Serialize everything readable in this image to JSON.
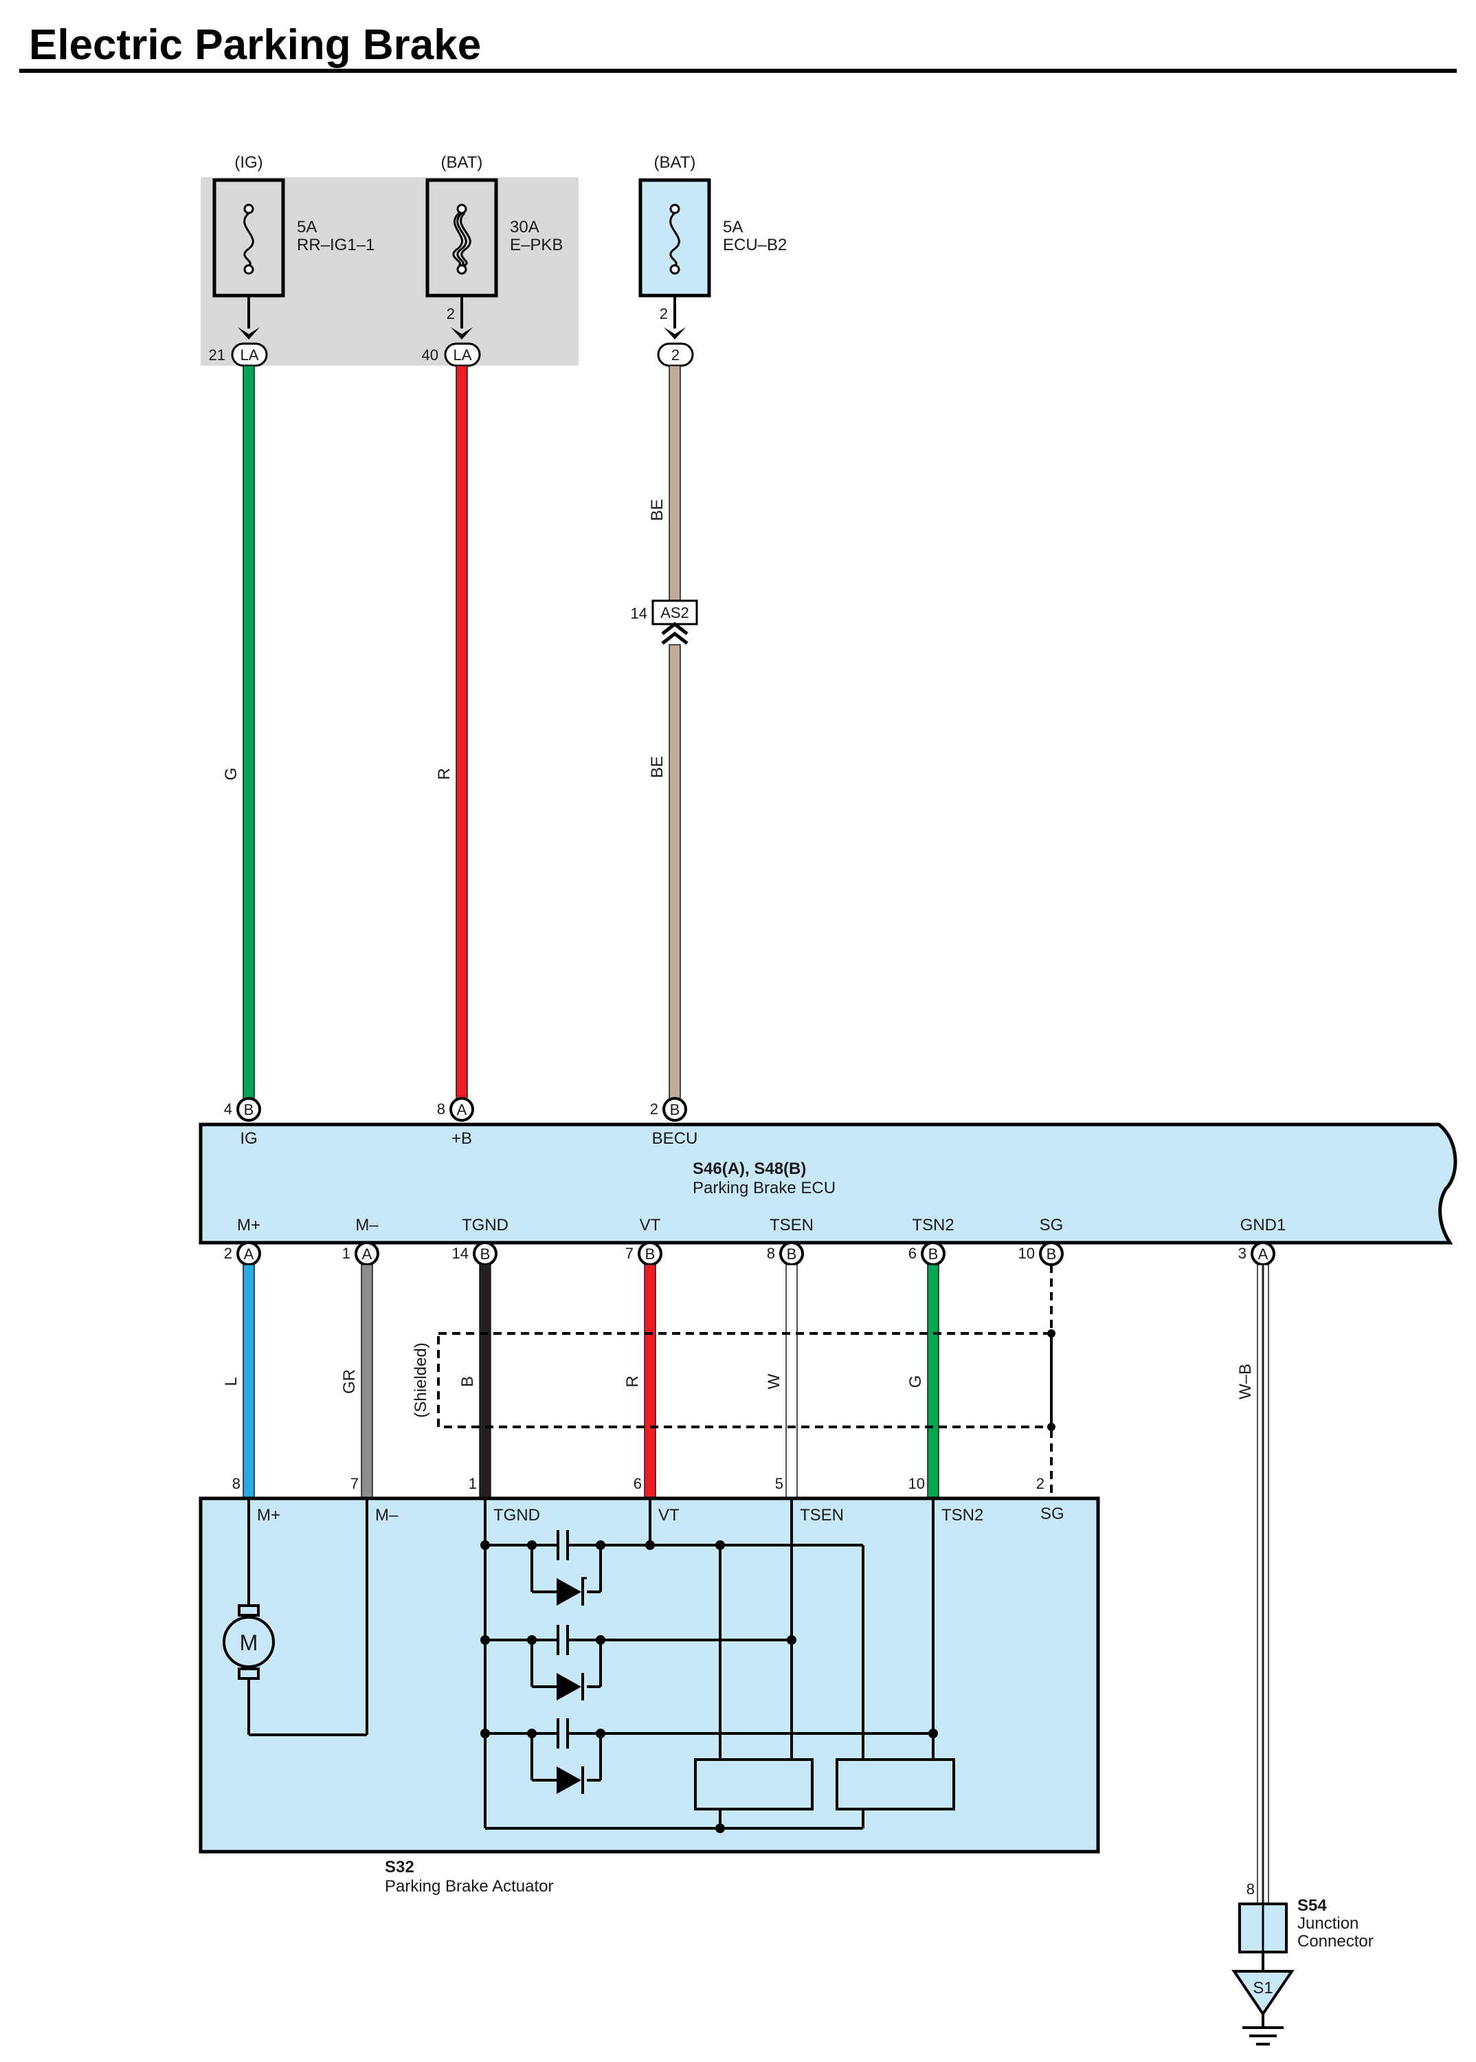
{
  "title": "Electric Parking Brake",
  "colors": {
    "G": "#00a651",
    "R": "#ed1c24",
    "BE": "#c2ab96",
    "L": "#29aae1",
    "GR": "#8c8c8c",
    "B": "#231f20",
    "W": "#ffffff",
    "panel": "#c8e8f8",
    "relay_box": "#d9d9d9"
  },
  "fuses": [
    {
      "source": "(IG)",
      "rating": "5A",
      "name": "RR–IG1–1"
    },
    {
      "source": "(BAT)",
      "rating": "30A",
      "name": "E–PKB"
    },
    {
      "source": "(BAT)",
      "rating": "5A",
      "name": "ECU–B2"
    }
  ],
  "top_connectors": {
    "c1": {
      "pin": "21",
      "conn": "LA"
    },
    "c2": {
      "pin": "40",
      "conn": "LA",
      "fuse_pin": "2"
    },
    "c3": {
      "pin": "2",
      "fuse_pin": "2"
    }
  },
  "wire_colors": {
    "ig": "G",
    "bat": "R",
    "becu_top": "BE",
    "becu_bottom": "BE",
    "mplus": "L",
    "mminus": "GR",
    "tgnd": "B",
    "vt": "R",
    "tsen": "W",
    "tsn2": "G",
    "gnd": "W–B"
  },
  "splice": {
    "pin": "14",
    "conn": "AS2"
  },
  "ecu": {
    "id": "S46(A), S48(B)",
    "name": "Parking Brake ECU",
    "top_pins": [
      {
        "num": "4",
        "conn": "B",
        "label": "IG"
      },
      {
        "num": "8",
        "conn": "A",
        "label": "+B"
      },
      {
        "num": "2",
        "conn": "B",
        "label": "BECU"
      }
    ],
    "bottom_pins": [
      {
        "num": "2",
        "conn": "A",
        "label": "M+"
      },
      {
        "num": "1",
        "conn": "A",
        "label": "M–"
      },
      {
        "num": "14",
        "conn": "B",
        "label": "TGND"
      },
      {
        "num": "7",
        "conn": "B",
        "label": "VT"
      },
      {
        "num": "8",
        "conn": "B",
        "label": "TSEN"
      },
      {
        "num": "6",
        "conn": "B",
        "label": "TSN2"
      },
      {
        "num": "10",
        "conn": "B",
        "label": "SG"
      },
      {
        "num": "3",
        "conn": "A",
        "label": "GND1"
      }
    ]
  },
  "shielded_label": "(Shielded)",
  "actuator": {
    "id": "S32",
    "name": "Parking Brake Actuator",
    "motor": "M",
    "pins": [
      {
        "num": "8",
        "label": "M+"
      },
      {
        "num": "7",
        "label": "M–"
      },
      {
        "num": "1",
        "label": "TGND"
      },
      {
        "num": "6",
        "label": "VT"
      },
      {
        "num": "5",
        "label": "TSEN"
      },
      {
        "num": "10",
        "label": "TSN2"
      },
      {
        "num": "2",
        "label": "SG"
      }
    ]
  },
  "junction": {
    "pin": "8",
    "id": "S54",
    "name_line1": "Junction",
    "name_line2": "Connector"
  },
  "ground": {
    "id": "S1"
  }
}
